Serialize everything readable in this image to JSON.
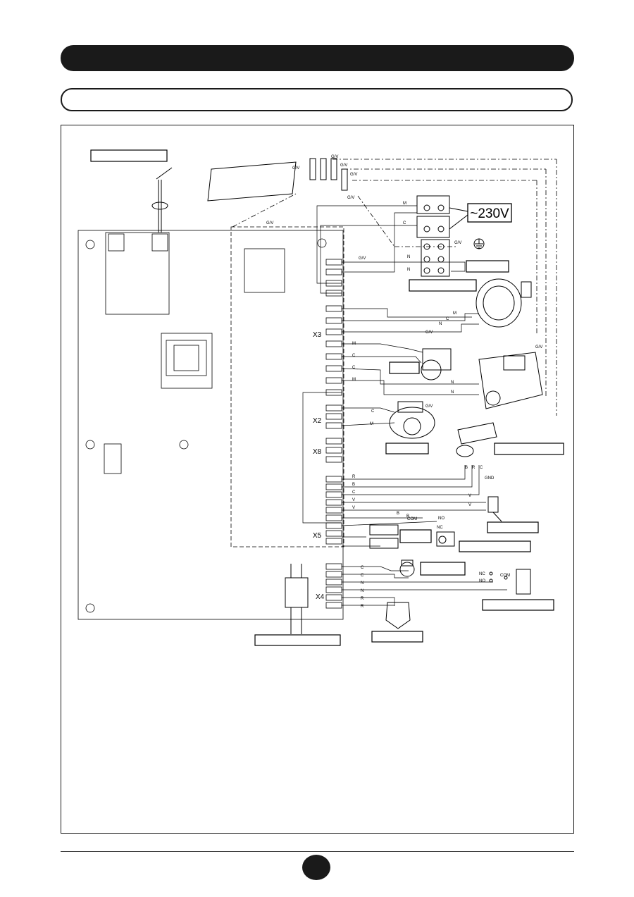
{
  "header": {
    "title": "",
    "subtitle": ""
  },
  "page_number": "",
  "supply": {
    "voltage": "~230V"
  },
  "connectors": [
    "X3",
    "X2",
    "X8",
    "X5",
    "X4"
  ],
  "wire_codes": {
    "gv": "G/V",
    "m": "M",
    "c": "C",
    "n": "N",
    "r": "R",
    "b": "B",
    "v": "V",
    "com": "COM",
    "no": "NO",
    "nc": "NC",
    "gnd": "GND"
  },
  "icons": [
    "ground-icon"
  ]
}
